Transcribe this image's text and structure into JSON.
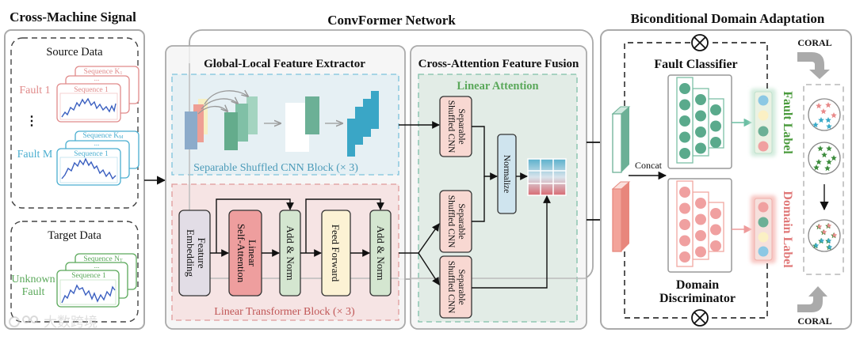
{
  "sections": {
    "cross_machine": {
      "title": "Cross-Machine Signal",
      "source": {
        "title": "Source Data",
        "fault_1": "Fault 1",
        "fault_m": "Fault M",
        "ellipsis": "⋮",
        "seq_k1": "Sequence K",
        "seq_k1_sub": "1",
        "seq_km": "Sequence K",
        "seq_km_sub": "M",
        "seq_1": "Sequence 1",
        "dots": "..."
      },
      "target": {
        "title": "Target Data",
        "unknown_line1": "Unknown",
        "unknown_line2": "Fault",
        "seq_nt": "Sequence N",
        "seq_nt_sub": "T",
        "seq_1": "Sequence 1",
        "dots": "..."
      },
      "watermark": "大数跨境"
    },
    "convformer": {
      "title": "ConvFormer Network",
      "extractor": {
        "title": "Global-Local Feature Extractor",
        "cnn_block": "Separable Shuffled CNN Block (× 3)",
        "transformer_block": "Linear Transformer Block (× 3)",
        "feature_embedding": [
          "Feature",
          "Embedding"
        ],
        "linear_self_attention": [
          "Linear",
          "Self-Attention"
        ],
        "add_norm_1": "Add & Norm",
        "feed_forward": "Feed Forward",
        "add_norm_2": "Add & Norm"
      },
      "fusion": {
        "title": "Cross-Attention Feature Fusion",
        "linear_attention": "Linear Attention",
        "sscnn": [
          "Separable",
          "Shuffled CNN"
        ],
        "normalize": "Normalize"
      }
    },
    "bda": {
      "title": "Biconditional Domain Adaptation",
      "fault_classifier": "Fault Classifier",
      "domain_discriminator": [
        "Domain",
        "Discriminator"
      ],
      "concat": "Concat",
      "fault_label": "Fault Label",
      "domain_label": "Domain Label",
      "coral_top": "CORAL",
      "coral_bottom": "CORAL",
      "multiply_symbol": "⊗"
    }
  },
  "colors": {
    "fault1": "#e08a8a",
    "faultM": "#4aaed0",
    "target": "#5aa85a",
    "signal": "#3a5fc0",
    "cnn_block_bg": "#e6f0f4",
    "cnn_block_border": "#7cc3dc",
    "transformer_bg": "#f6e4e4",
    "transformer_border": "#e09a9a",
    "fusion_bg": "#e2ece6",
    "fusion_border": "#7fbfa8",
    "green_node": "#5aaa8c",
    "pink_node": "#f0a0a0",
    "teal_feature": "#3aa6c6",
    "fault_label_text": "#4a9a3c",
    "domain_label_text": "#e07878",
    "linear_attention_text": "#5aa85a"
  }
}
